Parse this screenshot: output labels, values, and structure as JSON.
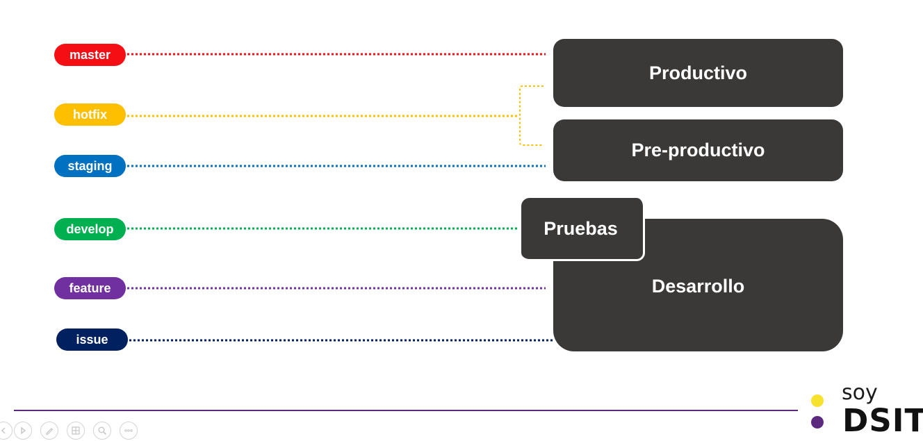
{
  "branches": [
    {
      "id": "master",
      "label": "master",
      "color": "#f50f14"
    },
    {
      "id": "hotfix",
      "label": "hotfix",
      "color": "#fdbf00"
    },
    {
      "id": "staging",
      "label": "staging",
      "color": "#0070c0"
    },
    {
      "id": "develop",
      "label": "develop",
      "color": "#00b050"
    },
    {
      "id": "feature",
      "label": "feature",
      "color": "#7030a0"
    },
    {
      "id": "issue",
      "label": "issue",
      "color": "#002060"
    }
  ],
  "environments": {
    "productivo": "Productivo",
    "preproductivo": "Pre-productivo",
    "pruebas": "Pruebas",
    "desarrollo": "Desarrollo"
  },
  "environment_color": "#3a3938",
  "logo": {
    "soy": "soy",
    "brand": "DSIT",
    "dot_top_color": "#f5e12e",
    "dot_bottom_color": "#5b2a7e"
  },
  "footer": {
    "line_color": "#5b2a7e",
    "controls": [
      "prev-icon",
      "play-icon",
      "pen-icon",
      "slides-icon",
      "zoom-icon",
      "more-icon"
    ]
  }
}
